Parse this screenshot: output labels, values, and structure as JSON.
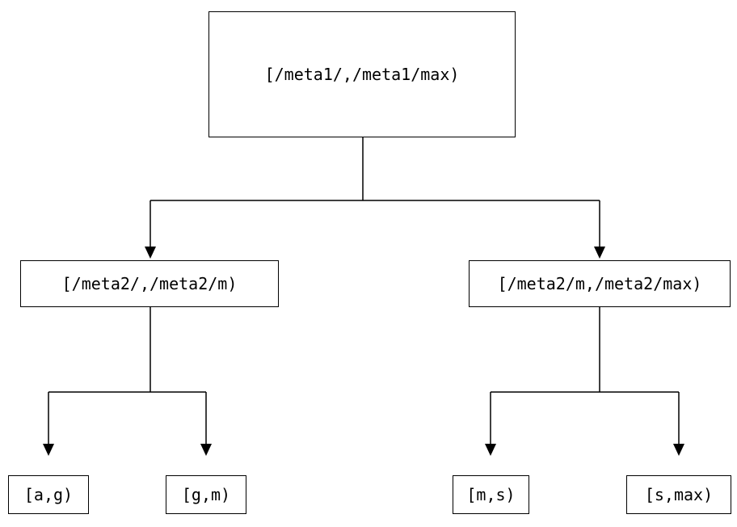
{
  "diagram": {
    "type": "interval-partition-tree",
    "root": {
      "label": "[/meta1/,/meta1/max)"
    },
    "level2": [
      {
        "label": "[/meta2/,/meta2/m)"
      },
      {
        "label": "[/meta2/m,/meta2/max)"
      }
    ],
    "leaves": [
      {
        "label": "[a,g)"
      },
      {
        "label": "[g,m)"
      },
      {
        "label": "[m,s)"
      },
      {
        "label": "[s,max)"
      }
    ],
    "colors": {
      "background": "#ffffff",
      "stroke": "#000000",
      "text": "#000000"
    }
  }
}
